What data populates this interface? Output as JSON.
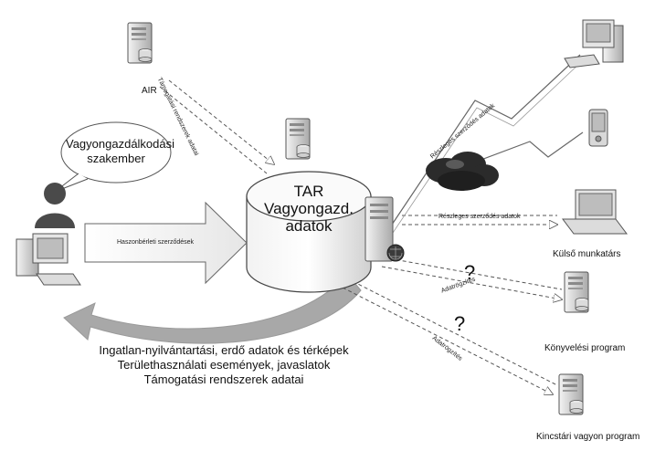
{
  "nodes": {
    "air": "AIR",
    "specialist": "Vagyongazdálkodási szakember",
    "tar_line1": "TAR",
    "tar_line2": "Vagyongazd.",
    "tar_line3": "adatok",
    "external": "Külső munkatárs",
    "accounting": "Könyvelési program",
    "treasury": "Kincstári vagyon program"
  },
  "edges": {
    "air_support": "Támogatási rendszerek adatai",
    "lease": "Haszonbérleti szerződések",
    "partial_1": "Részleges szerződés adatok",
    "partial_2": "Részleges szerződés adatok",
    "data_1": "Adatrögzítés",
    "data_2": "Adatrögzítés",
    "question_mark": "?"
  },
  "outputs": {
    "line1": "Ingatlan-nyilvántartási, erdő adatok és térképek",
    "line2": "Területhasználati események, javaslatok",
    "line3": "Támogatási rendszerek adatai"
  },
  "colors": {
    "server": "#c9c9c9",
    "cloud": "#2b2b2b",
    "return_arrow": "#a8a8a8",
    "person": "#4a4a4a"
  }
}
